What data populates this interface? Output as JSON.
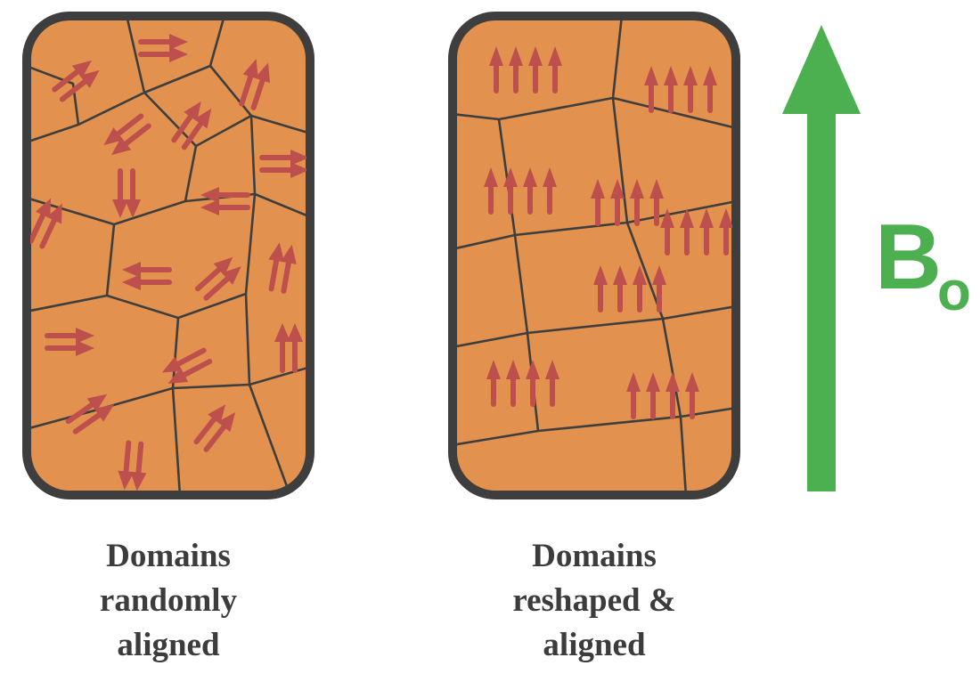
{
  "diagram": {
    "left_panel": {
      "caption": "Domains\nrandomly\naligned"
    },
    "right_panel": {
      "caption": "Domains\nreshaped &\naligned"
    },
    "field": {
      "symbol": "B",
      "subscript": "o"
    },
    "colors": {
      "domain_fill": "#e2924e",
      "outline": "#3e3e3e",
      "arrow_red": "#bd4f4d",
      "field_green": "#4caf50",
      "caption_text": "#3c3c3c"
    }
  }
}
